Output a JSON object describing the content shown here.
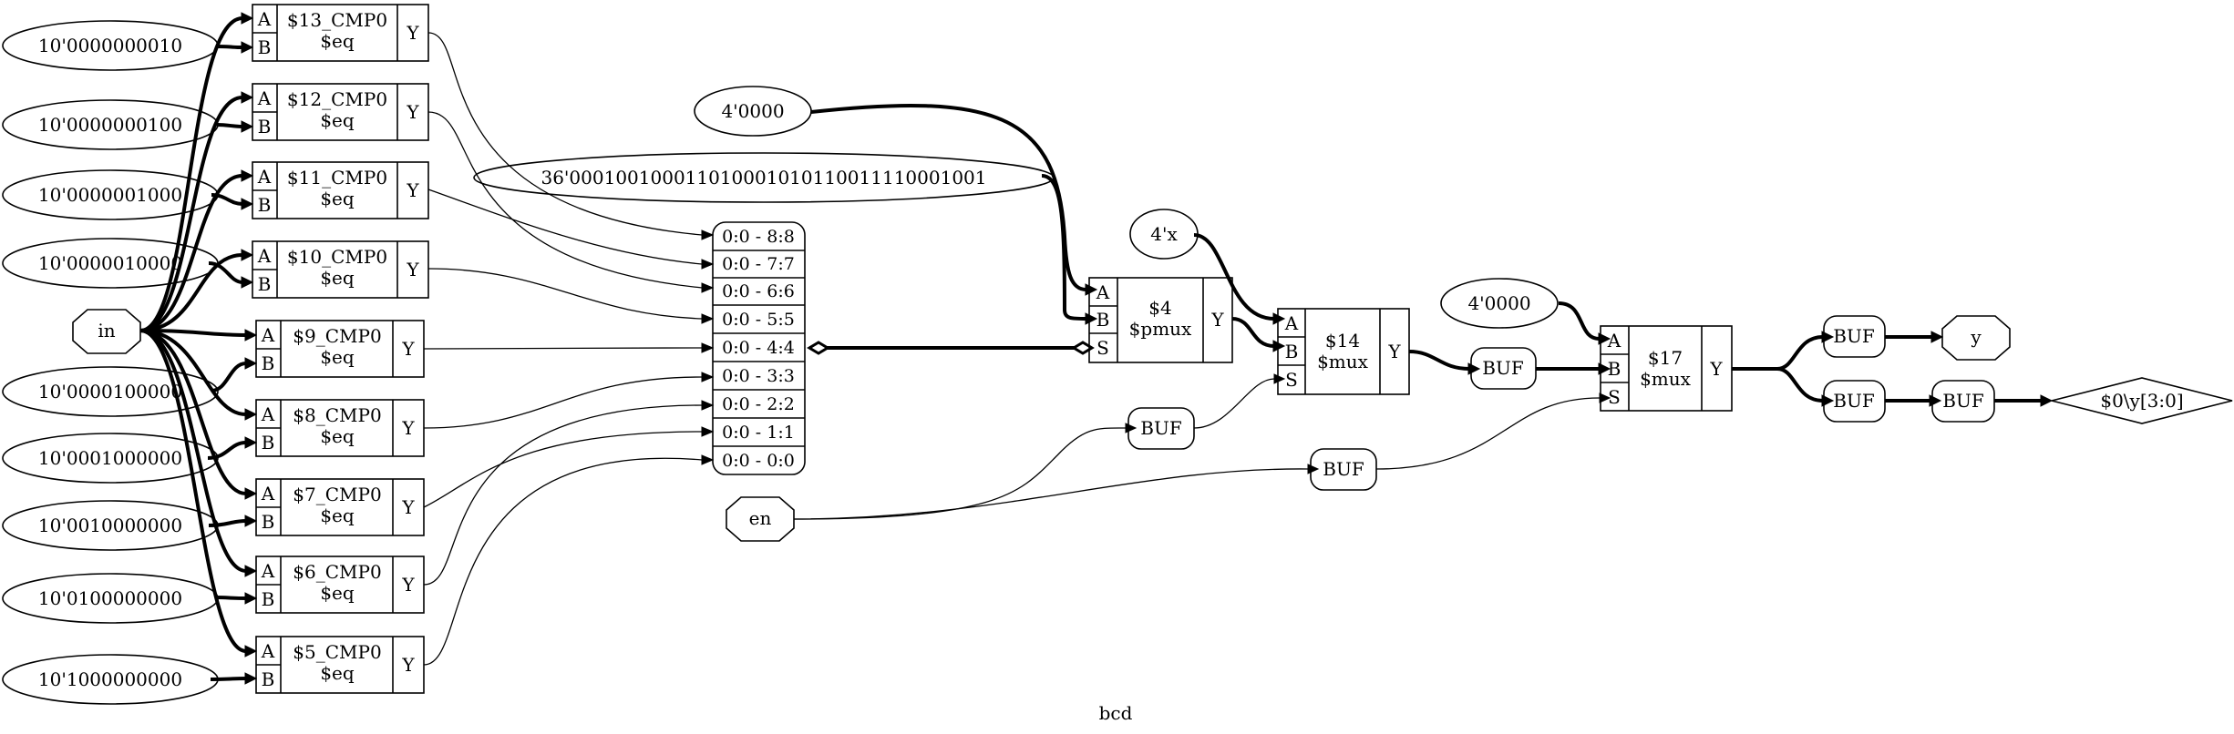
{
  "diagram": {
    "title": "bcd",
    "inputs": {
      "in": "in",
      "en": "en"
    },
    "outputs": {
      "y": "y",
      "y_reg": "$0\\y[3:0]"
    },
    "constants": {
      "c13": "10'0000000010",
      "c12": "10'0000000100",
      "c11": "10'0000001000",
      "c10": "10'0000010000",
      "c9": "10'0000100000",
      "c8": "10'0001000000",
      "c7": "10'0010000000",
      "c6": "10'0100000000",
      "c5": "10'1000000000",
      "k4a": "4'0000",
      "k36": "36'000100100011010001010110011110001001",
      "k4x": "4'x",
      "k4b": "4'0000"
    },
    "comparators": [
      {
        "name": "$13_CMP0",
        "op": "$eq",
        "a": "A",
        "b": "B",
        "y": "Y"
      },
      {
        "name": "$12_CMP0",
        "op": "$eq",
        "a": "A",
        "b": "B",
        "y": "Y"
      },
      {
        "name": "$11_CMP0",
        "op": "$eq",
        "a": "A",
        "b": "B",
        "y": "Y"
      },
      {
        "name": "$10_CMP0",
        "op": "$eq",
        "a": "A",
        "b": "B",
        "y": "Y"
      },
      {
        "name": "$9_CMP0",
        "op": "$eq",
        "a": "A",
        "b": "B",
        "y": "Y"
      },
      {
        "name": "$8_CMP0",
        "op": "$eq",
        "a": "A",
        "b": "B",
        "y": "Y"
      },
      {
        "name": "$7_CMP0",
        "op": "$eq",
        "a": "A",
        "b": "B",
        "y": "Y"
      },
      {
        "name": "$6_CMP0",
        "op": "$eq",
        "a": "A",
        "b": "B",
        "y": "Y"
      },
      {
        "name": "$5_CMP0",
        "op": "$eq",
        "a": "A",
        "b": "B",
        "y": "Y"
      }
    ],
    "concat": [
      "0:0 - 8:8",
      "0:0 - 7:7",
      "0:0 - 6:6",
      "0:0 - 5:5",
      "0:0 - 4:4",
      "0:0 - 3:3",
      "0:0 - 2:2",
      "0:0 - 1:1",
      "0:0 - 0:0"
    ],
    "pmux": {
      "name": "$4",
      "op": "$pmux",
      "a": "A",
      "b": "B",
      "s": "S",
      "y": "Y"
    },
    "mux14": {
      "name": "$14",
      "op": "$mux",
      "a": "A",
      "b": "B",
      "s": "S",
      "y": "Y"
    },
    "mux17": {
      "name": "$17",
      "op": "$mux",
      "a": "A",
      "b": "B",
      "s": "S",
      "y": "Y"
    },
    "buf": "BUF"
  }
}
